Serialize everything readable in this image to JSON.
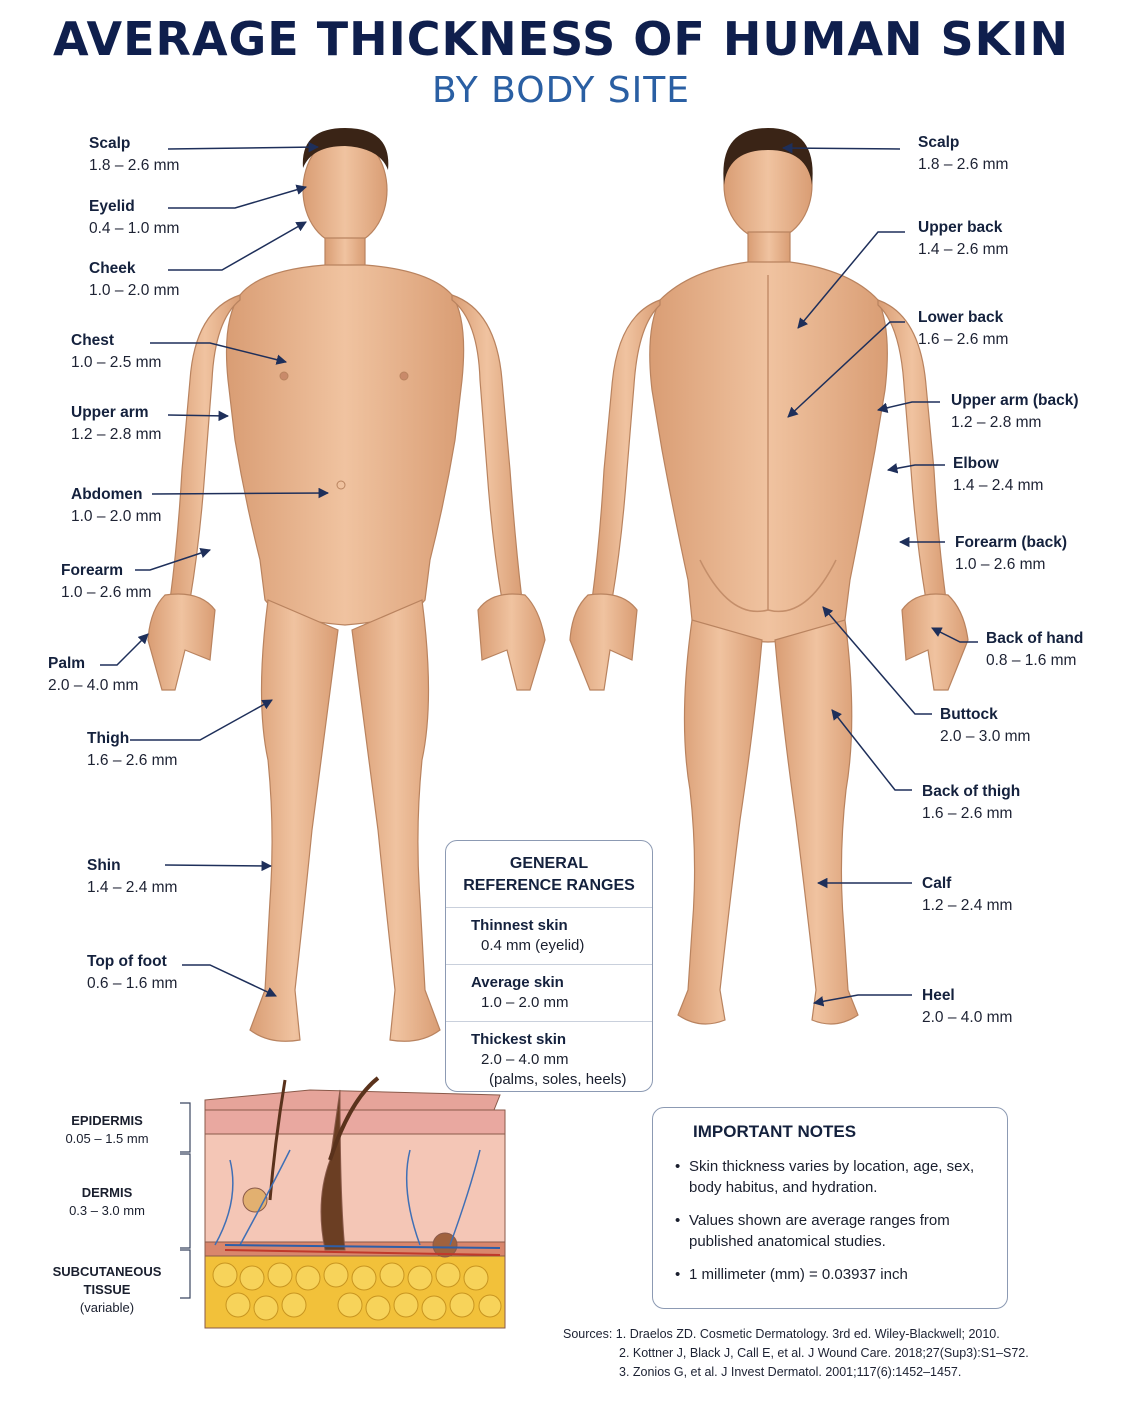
{
  "title": "AVERAGE THICKNESS OF HUMAN SKIN",
  "subtitle": "BY BODY SITE",
  "front_labels": [
    {
      "name": "Scalp",
      "value": "1.8 – 2.6 mm"
    },
    {
      "name": "Eyelid",
      "value": "0.4 – 1.0 mm"
    },
    {
      "name": "Cheek",
      "value": "1.0 – 2.0 mm"
    },
    {
      "name": "Chest",
      "value": "1.0 – 2.5 mm"
    },
    {
      "name": "Upper arm",
      "value": "1.2 – 2.8 mm"
    },
    {
      "name": "Abdomen",
      "value": "1.0 – 2.0 mm"
    },
    {
      "name": "Forearm",
      "value": "1.0 – 2.6 mm"
    },
    {
      "name": "Palm",
      "value": "2.0 – 4.0 mm"
    },
    {
      "name": "Thigh",
      "value": "1.6 – 2.6 mm"
    },
    {
      "name": "Shin",
      "value": "1.4 – 2.4 mm"
    },
    {
      "name": "Top of foot",
      "value": "0.6 – 1.6 mm"
    }
  ],
  "back_labels": [
    {
      "name": "Scalp",
      "value": "1.8 – 2.6 mm"
    },
    {
      "name": "Upper back",
      "value": "1.4 – 2.6 mm"
    },
    {
      "name": "Lower back",
      "value": "1.6 – 2.6 mm"
    },
    {
      "name": "Upper arm (back)",
      "value": "1.2 – 2.8 mm"
    },
    {
      "name": "Elbow",
      "value": "1.4 – 2.4 mm"
    },
    {
      "name": "Forearm (back)",
      "value": "1.0 – 2.6 mm"
    },
    {
      "name": "Back of hand",
      "value": "0.8 – 1.6 mm"
    },
    {
      "name": "Buttock",
      "value": "2.0 – 3.0 mm"
    },
    {
      "name": "Back of thigh",
      "value": "1.6 – 2.6 mm"
    },
    {
      "name": "Calf",
      "value": "1.2 – 2.4 mm"
    },
    {
      "name": "Heel",
      "value": "2.0 – 4.0 mm"
    }
  ],
  "reference": {
    "heading_line1": "GENERAL",
    "heading_line2": "REFERENCE RANGES",
    "thinnest_name": "Thinnest skin",
    "thinnest_value": "0.4 mm (eyelid)",
    "average_name": "Average skin",
    "average_value": "1.0 – 2.0 mm",
    "thickest_name": "Thickest skin",
    "thickest_value": "2.0 – 4.0 mm",
    "thickest_sites": "(palms, soles, heels)"
  },
  "layers": {
    "epidermis_name": "EPIDERMIS",
    "epidermis_value": "0.05 – 1.5 mm",
    "dermis_name": "DERMIS",
    "dermis_value": "0.3 – 3.0 mm",
    "subq_name_1": "SUBCUTANEOUS",
    "subq_name_2": "TISSUE",
    "subq_value": "(variable)"
  },
  "notes": {
    "heading": "IMPORTANT NOTES",
    "items": [
      "Skin thickness varies by location, age, sex, body habitus, and hydration.",
      "Values shown are average ranges from published anatomical studies.",
      "1 millimeter (mm) = 0.03937 inch"
    ]
  },
  "sources": {
    "line1": "Sources: 1. Draelos ZD. Cosmetic Dermatology. 3rd ed. Wiley-Blackwell; 2010.",
    "line2": "2. Kottner J, Black J, Call E, et al. J Wound Care. 2018;27(Sup3):S1–S72.",
    "line3": "3. Zonios G, et al. J Invest Dermatol. 2001;117(6):1452–1457."
  },
  "colors": {
    "title": "#0f1f4d",
    "subtitle": "#2a5fa3",
    "skin": "#e8b48e",
    "leader": "#1e2f5a",
    "fat": "#f2c13a"
  }
}
